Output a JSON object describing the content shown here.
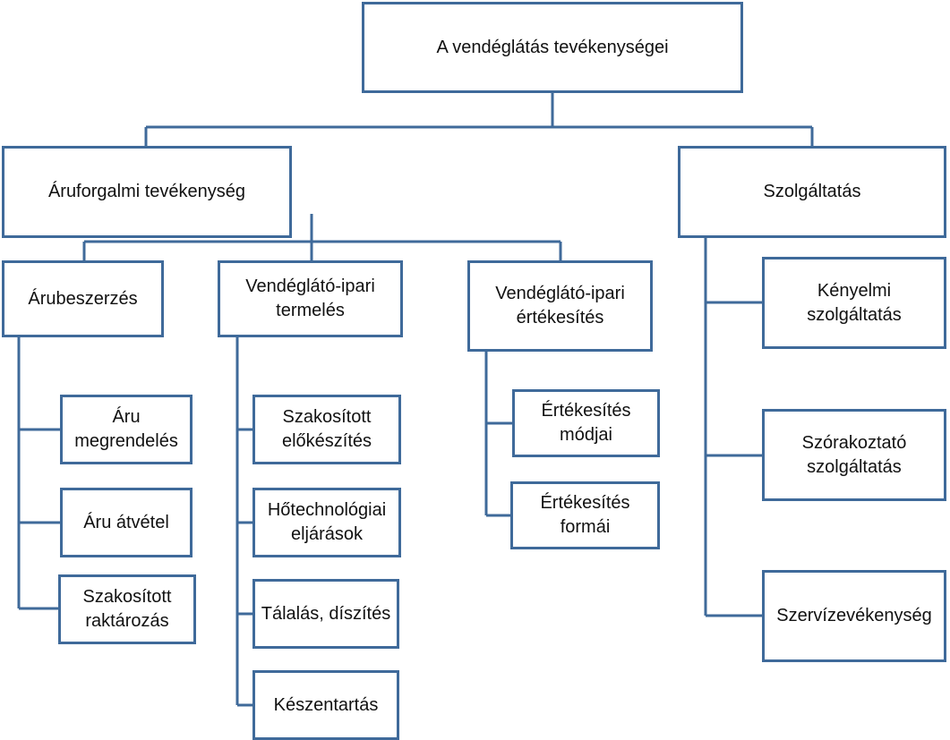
{
  "root": {
    "label": "A vendéglátás tevékenységei"
  },
  "branches": {
    "aruforgalmi": {
      "label": "Áruforgalmi tevékenység",
      "groups": {
        "arubeszerzes": {
          "label": "Árubeszerzés",
          "items": [
            "Áru\nmegrendelés",
            "Áru átvétel",
            "Szakosított\nraktározás"
          ]
        },
        "termeles": {
          "label": "Vendéglátó-ipari\ntermelés",
          "items": [
            "Szakosított\nelőkészítés",
            "Hőtechnológiai\neljárások",
            "Tálalás, díszítés",
            "Készentartás"
          ]
        },
        "ertekesites": {
          "label": "Vendéglátó-ipari\nértékesítés",
          "items": [
            "Értékesítés\nmódjai",
            "Értékesítés\nformái"
          ]
        }
      }
    },
    "szolgaltatas": {
      "label": "Szolgáltatás",
      "items": [
        "Kényelmi\nszolgáltatás",
        "Szórakoztató\nszolgáltatás",
        "Szervízevékenység"
      ]
    }
  },
  "colors": {
    "border": "#3f6a9a",
    "connector": "#3f6a9a",
    "background": "#ffffff"
  }
}
